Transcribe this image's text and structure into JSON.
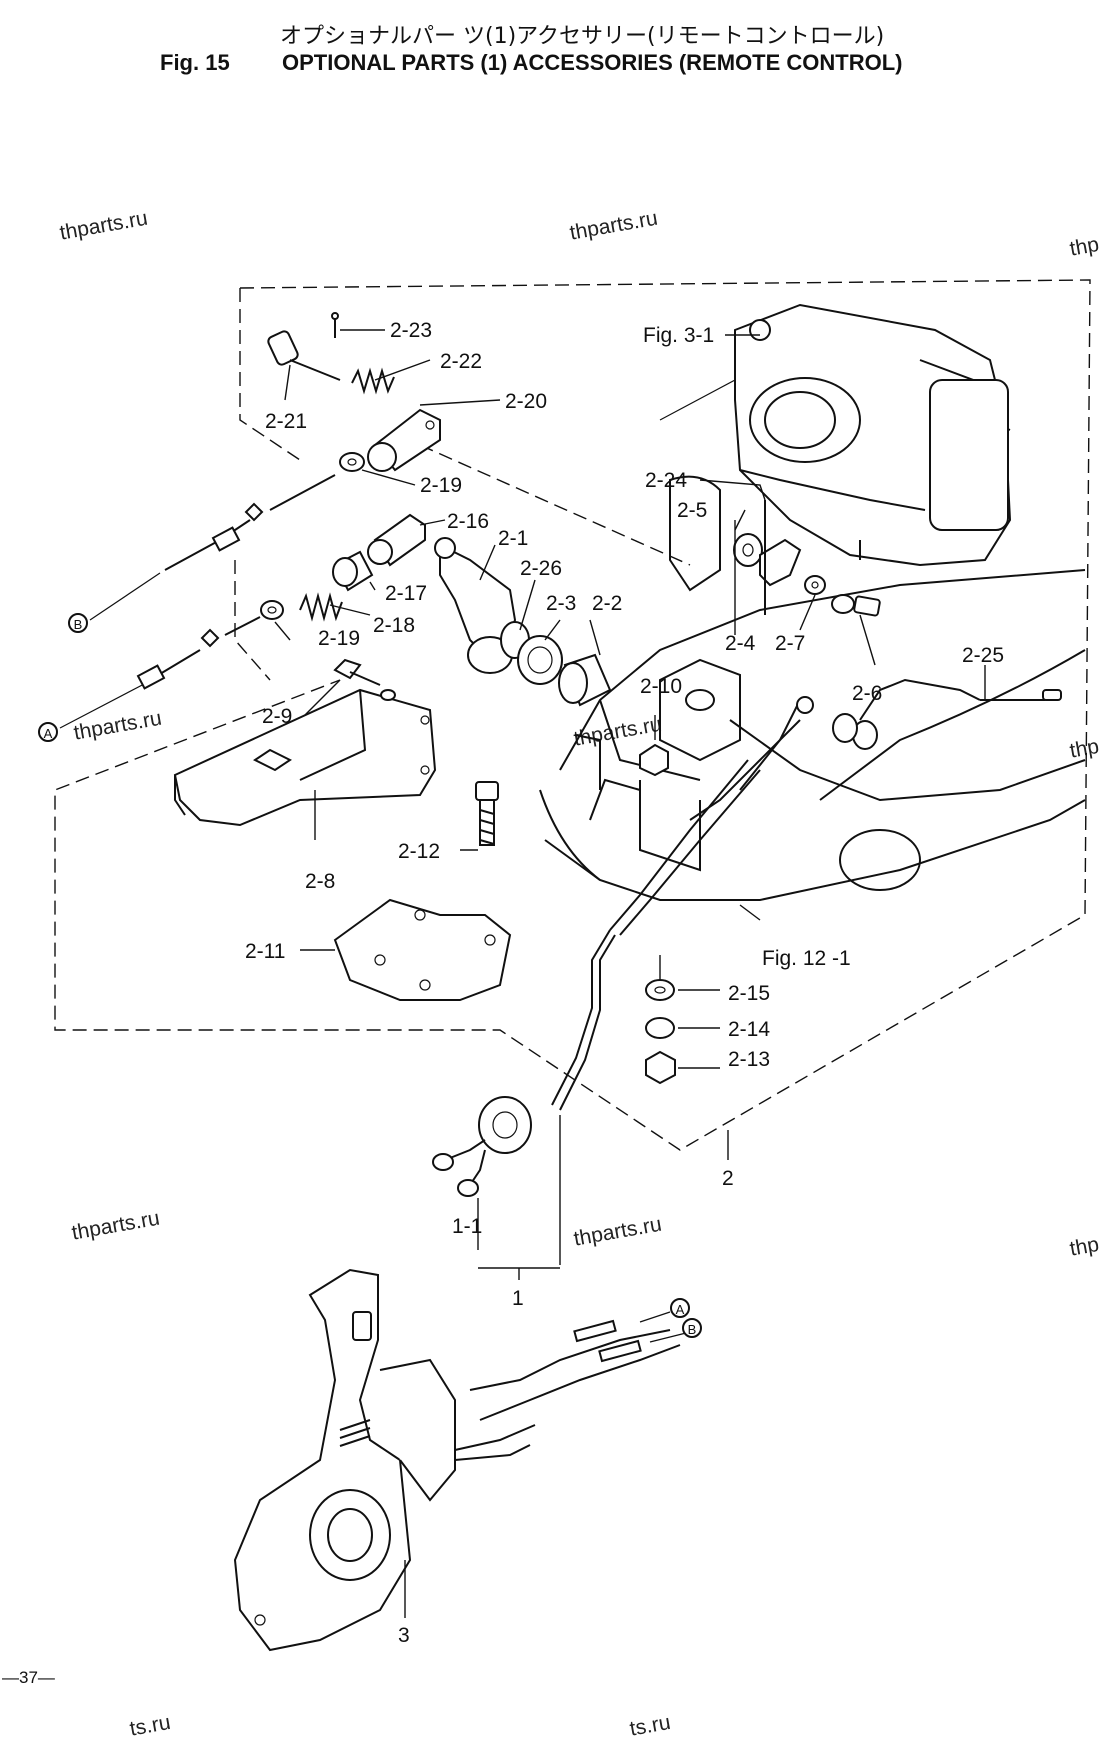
{
  "header": {
    "title_jp": "オプショナルパー ツ(1)アクセサリー(リモートコントロール)",
    "fig_number": "Fig. 15",
    "title_en": "OPTIONAL PARTS (1) ACCESSORIES (REMOTE CONTROL)"
  },
  "watermark": "thparts.ru",
  "watermark_partial_right": "thp",
  "watermark_partial_bottom": "ts.ru",
  "page_number": "—37—",
  "callouts": {
    "p2_23": "2-23",
    "p2_22": "2-22",
    "p2_21": "2-21",
    "p2_20": "2-20",
    "p2_19a": "2-19",
    "p2_19b": "2-19",
    "p2_16": "2-16",
    "p2_1": "2-1",
    "p2_26": "2-26",
    "p2_3": "2-3",
    "p2_2": "2-2",
    "p2_17": "2-17",
    "p2_18": "2-18",
    "p2_9": "2-9",
    "p2_8": "2-8",
    "p2_12": "2-12",
    "p2_11": "2-11",
    "p2_10": "2-10",
    "p2_24": "2-24",
    "p2_5": "2-5",
    "p2_4": "2-4",
    "p2_7": "2-7",
    "p2_6": "2-6",
    "p2_25": "2-25",
    "p2_15": "2-15",
    "p2_14": "2-14",
    "p2_13": "2-13",
    "p2": "2",
    "p1_1": "1-1",
    "p1": "1",
    "p3": "3",
    "fig3_1": "Fig. 3-1",
    "fig12_1": "Fig. 12 -1",
    "mark_a": "A",
    "mark_b": "B"
  }
}
